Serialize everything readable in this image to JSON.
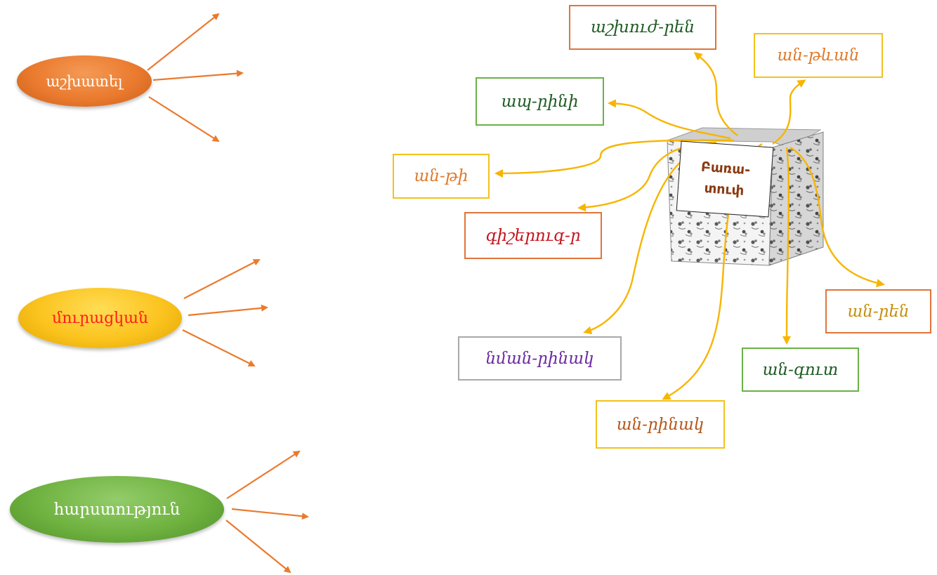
{
  "left_words": [
    {
      "text": "աշխատել",
      "color": "#ea7a2e"
    },
    {
      "text": "մուրացկան",
      "color": "#fbc31e",
      "text_color": "#ff1b1b"
    },
    {
      "text": "հարստություն",
      "color": "#6fb240"
    }
  ],
  "word_box": {
    "label_line1": "Բառա-",
    "label_line2": "տուփ"
  },
  "derived_words": [
    {
      "text": "աշխուժ-րեն",
      "text_color": "#1e5c23",
      "border_color": "#e0743a"
    },
    {
      "text": "ան-թևան",
      "text_color": "#e07a2b",
      "border_color": "#f2c21b"
    },
    {
      "text": "ապ-րինի",
      "text_color": "#1e5c23",
      "border_color": "#6bb146"
    },
    {
      "text": "ան-թի",
      "text_color": "#e07a2b",
      "border_color": "#f2c21b"
    },
    {
      "text": "գիշերուգ-ր",
      "text_color": "#c4141c",
      "border_color": "#e0743a"
    },
    {
      "text": "նման-րինակ",
      "text_color": "#6a2aa2",
      "border_color": "#a8a8a8"
    },
    {
      "text": "ան-րինակ",
      "text_color": "#b5571c",
      "border_color": "#f2c21b"
    },
    {
      "text": "ան-գուտ",
      "text_color": "#1e5c23",
      "border_color": "#6bb146"
    },
    {
      "text": "ան-րեն",
      "text_color": "#c58f0e",
      "border_color": "#e0743a"
    }
  ],
  "colors": {
    "left_arrow": "#ea7a2e",
    "box_arrow": "#f7b500"
  }
}
